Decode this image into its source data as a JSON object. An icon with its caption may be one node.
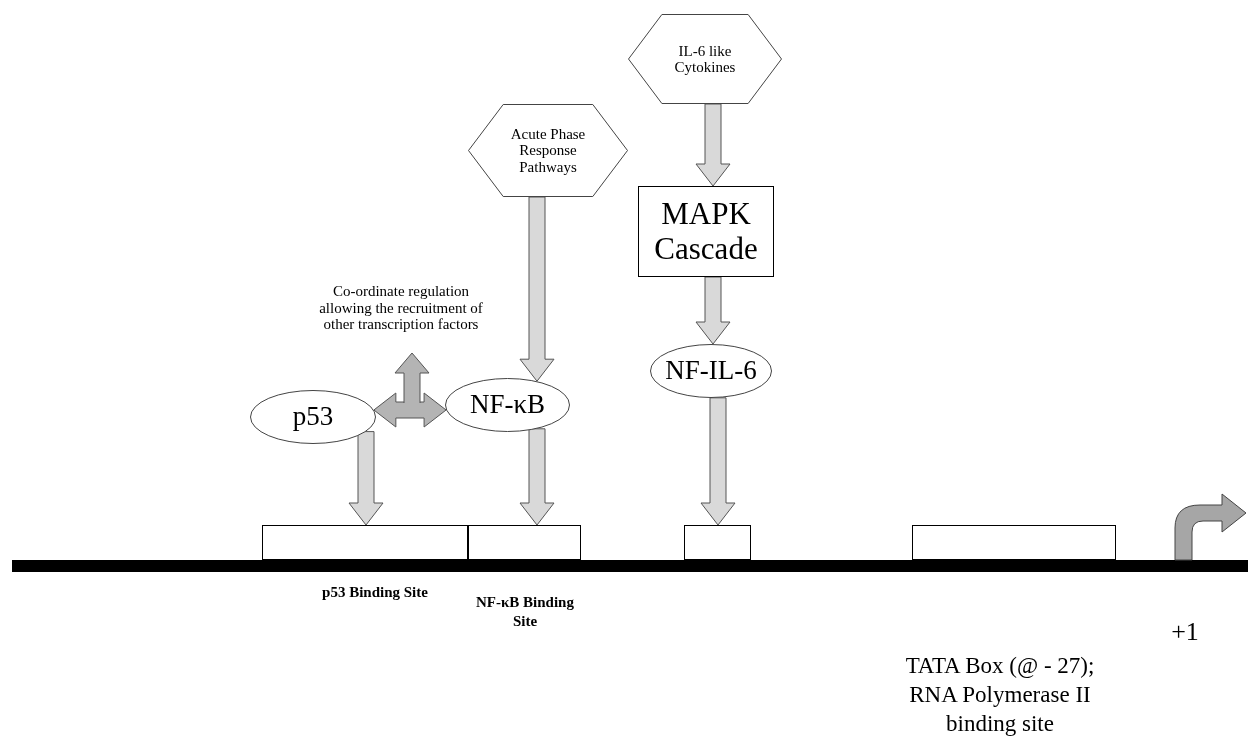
{
  "diagram": {
    "nodes": [
      {
        "text": [
          "Acute Phase Response Pathways"
        ]
      },
      {
        "text": [
          "IL-6 like Cytokines"
        ]
      },
      {
        "text": [
          "MAPK Cascade"
        ]
      },
      {
        "text": [
          "NF-IL-6"
        ]
      },
      {
        "text": [
          "p53"
        ]
      },
      {
        "text": [
          "NF-κB"
        ]
      },
      {
        "text": [
          "Co-ordinate regulation allowing the recruitment of other transcription factors"
        ]
      },
      {
        "text": [],
        "shape": "box",
        "beside": [
          "p53 Binding Site"
        ]
      },
      {
        "text": [],
        "shape": "box",
        "beside": [
          "NF-κB Binding Site"
        ]
      },
      {
        "text": [],
        "shape": "box"
      },
      {
        "text": [],
        "shape": "box"
      }
    ],
    "edges": [
      {
        "from": 0,
        "to": 5,
        "arrow": "to"
      },
      {
        "from": 1,
        "to": 2,
        "arrow": "to"
      },
      {
        "from": 2,
        "to": 3,
        "arrow": "to"
      },
      {
        "from": 3,
        "to": 9,
        "arrow": "to"
      },
      {
        "from": 4,
        "to": 7,
        "arrow": "to"
      },
      {
        "from": 5,
        "to": 8,
        "arrow": "to"
      },
      {
        "from": 4,
        "to": 5,
        "arrow": "both",
        "color": "#b4b4b4"
      },
      {
        "from": null,
        "to": 6,
        "arrow": "to",
        "color": "#b4b4b4"
      }
    ],
    "labels": [
      "+1",
      "TATA Box (@ - 27); RNA Polymerase II binding site"
    ]
  }
}
